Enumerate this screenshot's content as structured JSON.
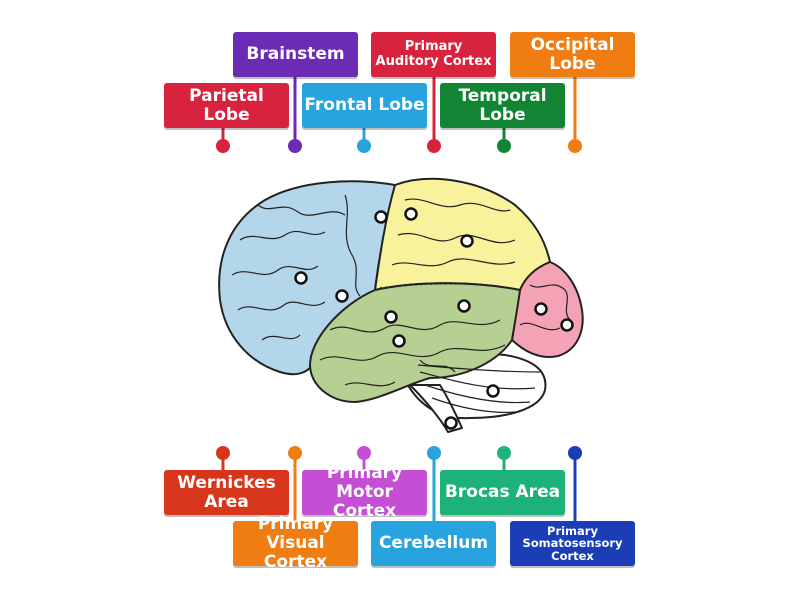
{
  "labels": {
    "parietal_lobe": {
      "text": "Parietal Lobe",
      "color": "#d8233e"
    },
    "brainstem": {
      "text": "Brainstem",
      "color": "#6b2bb5"
    },
    "frontal_lobe": {
      "text": "Frontal Lobe",
      "color": "#27a3e0"
    },
    "primary_auditory_cortex": {
      "text": "Primary Auditory Cortex",
      "color": "#d8233e"
    },
    "temporal_lobe": {
      "text": "Temporal Lobe",
      "color": "#128535"
    },
    "occipital_lobe": {
      "text": "Occipital Lobe",
      "color": "#f07d11"
    },
    "wernickes_area": {
      "text": "Wernickes Area",
      "color": "#d8361a"
    },
    "primary_visual_cortex": {
      "text": "Primary Visual Cortex",
      "color": "#f07d11"
    },
    "primary_motor_cortex": {
      "text": "Primary Motor Cortex",
      "color": "#c44fd4"
    },
    "cerebellum": {
      "text": "Cerebellum",
      "color": "#27a3e0"
    },
    "brocas_area": {
      "text": "Brocas Area",
      "color": "#1cb27a"
    },
    "primary_somatosensory_cortex": {
      "text": "Primary Somatosensory Cortex",
      "color": "#1b3db5"
    }
  },
  "brain_colors": {
    "frontal": "#b3d6ea",
    "parietal": "#f7f29b",
    "occipital": "#f4a3b6",
    "temporal": "#b6cf92",
    "cerebellum": "#ffffff",
    "outline": "#222222"
  }
}
